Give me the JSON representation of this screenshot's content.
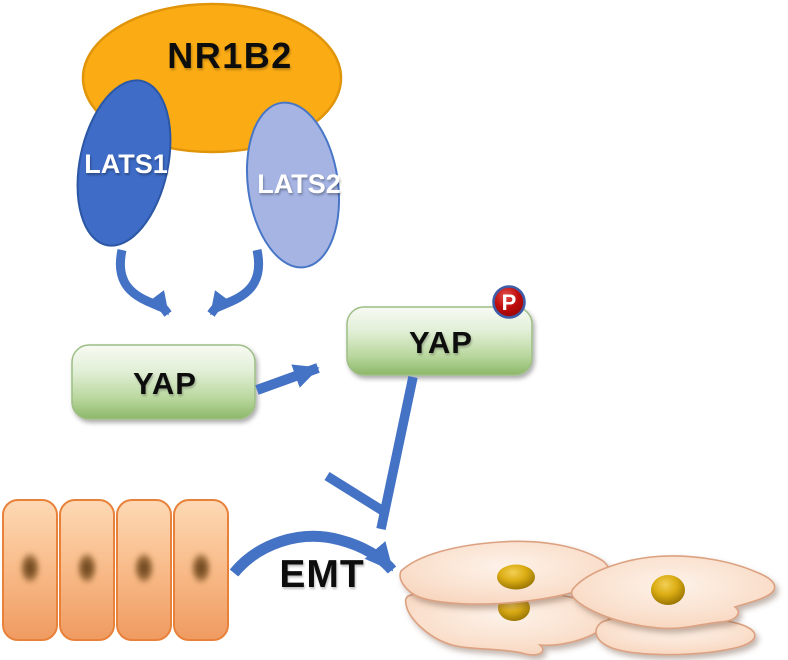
{
  "page": {
    "type": "signaling-pathway-diagram",
    "background": "#FFFFFF"
  },
  "nodes": {
    "nr1b2": {
      "label": "NR1B2",
      "fill": "#FBAC15",
      "stroke": "#E0940A",
      "text_color": "#0D0D0D"
    },
    "lats1": {
      "label": "LATS1",
      "fill": "#3E6CC6",
      "stroke": "#2C57A5",
      "text_color": "#FFFFFF"
    },
    "lats2": {
      "label": "LATS2",
      "fill": "#A5B4E3",
      "stroke": "#4876C6",
      "text_color": "#FFFFFF"
    },
    "yap": {
      "label": "YAP",
      "fill_top": "#F6FAF2",
      "fill_bottom": "#8CB768",
      "stroke": "#9DBE85",
      "text_color": "#0D0D0D"
    },
    "yap_phospho": {
      "label": "YAP",
      "badge": "P",
      "badge_fill": "#C00B0B",
      "badge_ring": "#3E5DA8",
      "badge_text_color": "#FFFFFF"
    },
    "emt": {
      "label": "EMT",
      "text_color": "#000000"
    }
  },
  "edges": {
    "arrow_color": "#4472C4",
    "lats1_to_yap": "curved-activation-arrow",
    "lats2_to_yap": "curved-activation-arrow",
    "yap_to_phospho_yap": "straight-arrow",
    "phospho_yap_to_emt": "inhibition-t-bar",
    "epithelial_to_mesenchymal": "emt-curved-arrow"
  },
  "cells": {
    "epithelial": {
      "count": 4,
      "fill_top": "#FDD9B5",
      "fill_bottom": "#EF9B61",
      "stroke": "#E8813A",
      "nucleus_color": "#6E4418"
    },
    "mesenchymal": {
      "count": 4,
      "fill": "#FAE0CD",
      "stroke": "#DCA181",
      "nucleus_color": "#D2A30B",
      "visible_nuclei": 3
    }
  }
}
